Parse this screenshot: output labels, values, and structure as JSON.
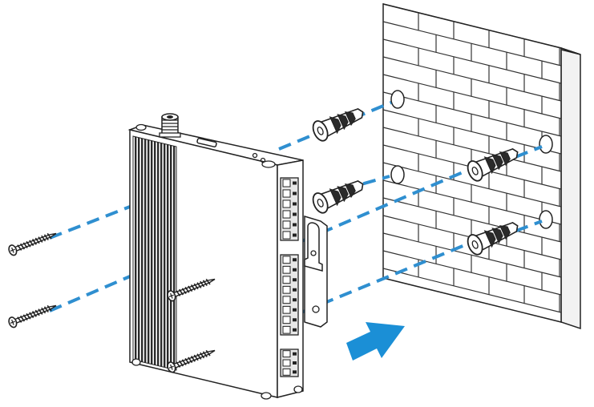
{
  "diagram": {
    "colors": {
      "guide": "#2f8fd0",
      "arrow": "#1b8fd6",
      "ink": "#222222",
      "wall_fill": "#ffffff",
      "wall_side": "#f2f2f2",
      "device_fill": "#ffffff",
      "heatsink": "#2a2a2a",
      "terminal": "#e8e8e8"
    },
    "parts": {
      "wall": {
        "icon": "brick-wall-icon",
        "holes": 4
      },
      "device": {
        "icon": "din-rail-device-icon",
        "antenna_connector": true,
        "terminal_blocks": 3
      },
      "mounting_bracket": {
        "icon": "wall-mount-bracket-icon"
      },
      "anchors": {
        "icon": "wall-plug-anchor-icon",
        "count": 4
      },
      "screws": {
        "icon": "phillips-screw-icon",
        "count": 4
      },
      "direction_arrow": {
        "icon": "arrow-right-icon"
      }
    }
  }
}
